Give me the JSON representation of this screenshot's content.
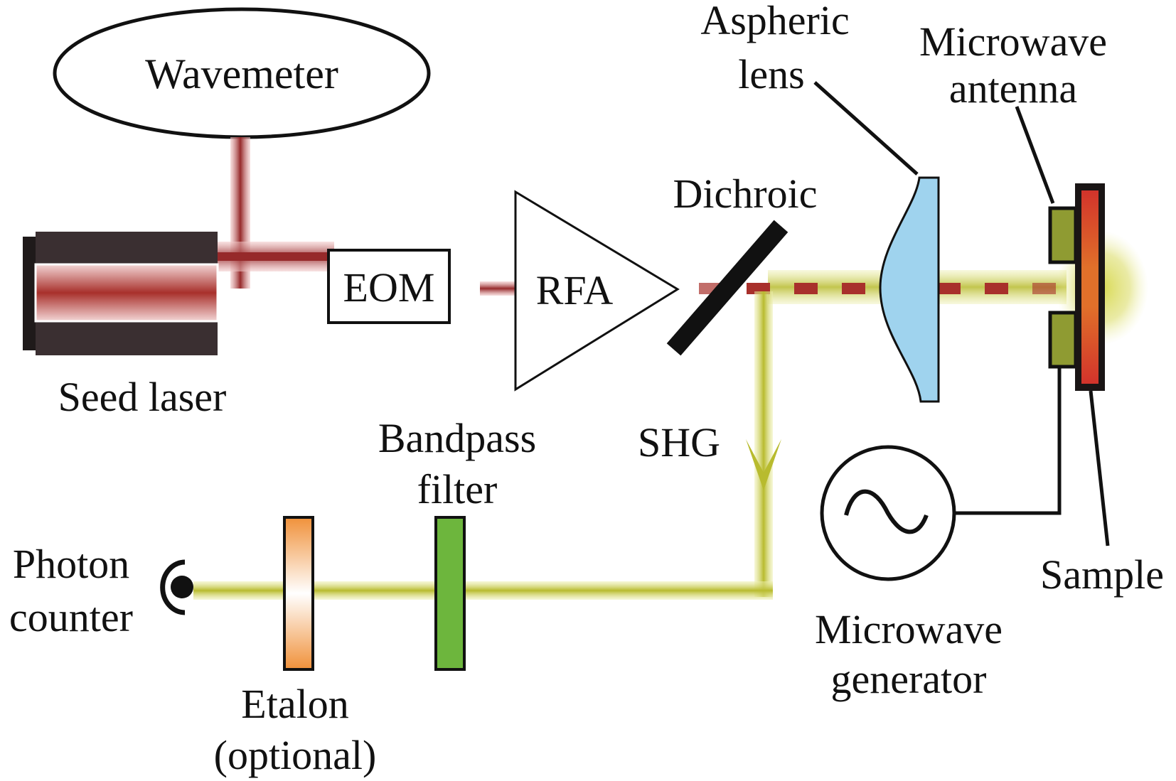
{
  "title": "Optical setup schematic",
  "colors": {
    "seed_beam": "#9b2a2a",
    "shg_beam": "#c2c438",
    "lens": "#9fd3ee",
    "etalon": "#f0913a",
    "bandpass": "#6db63d",
    "antenna": "#8f9b32",
    "sample": "#d2332b",
    "laser_body": "#3a2f31"
  },
  "components": {
    "wavemeter": "Wavemeter",
    "seed_laser": "Seed laser",
    "eom": "EOM",
    "rfa": "RFA",
    "dichroic": "Dichroic",
    "aspheric_lens": [
      "Aspheric",
      "lens"
    ],
    "microwave_antenna": [
      "Microwave",
      "antenna"
    ],
    "sample": "Sample",
    "shg": "SHG",
    "bandpass_filter": [
      "Bandpass",
      "filter"
    ],
    "etalon": [
      "Etalon",
      "(optional)"
    ],
    "photon_counter": [
      "Photon",
      "counter"
    ],
    "microwave_generator": [
      "Microwave",
      "generator"
    ]
  }
}
